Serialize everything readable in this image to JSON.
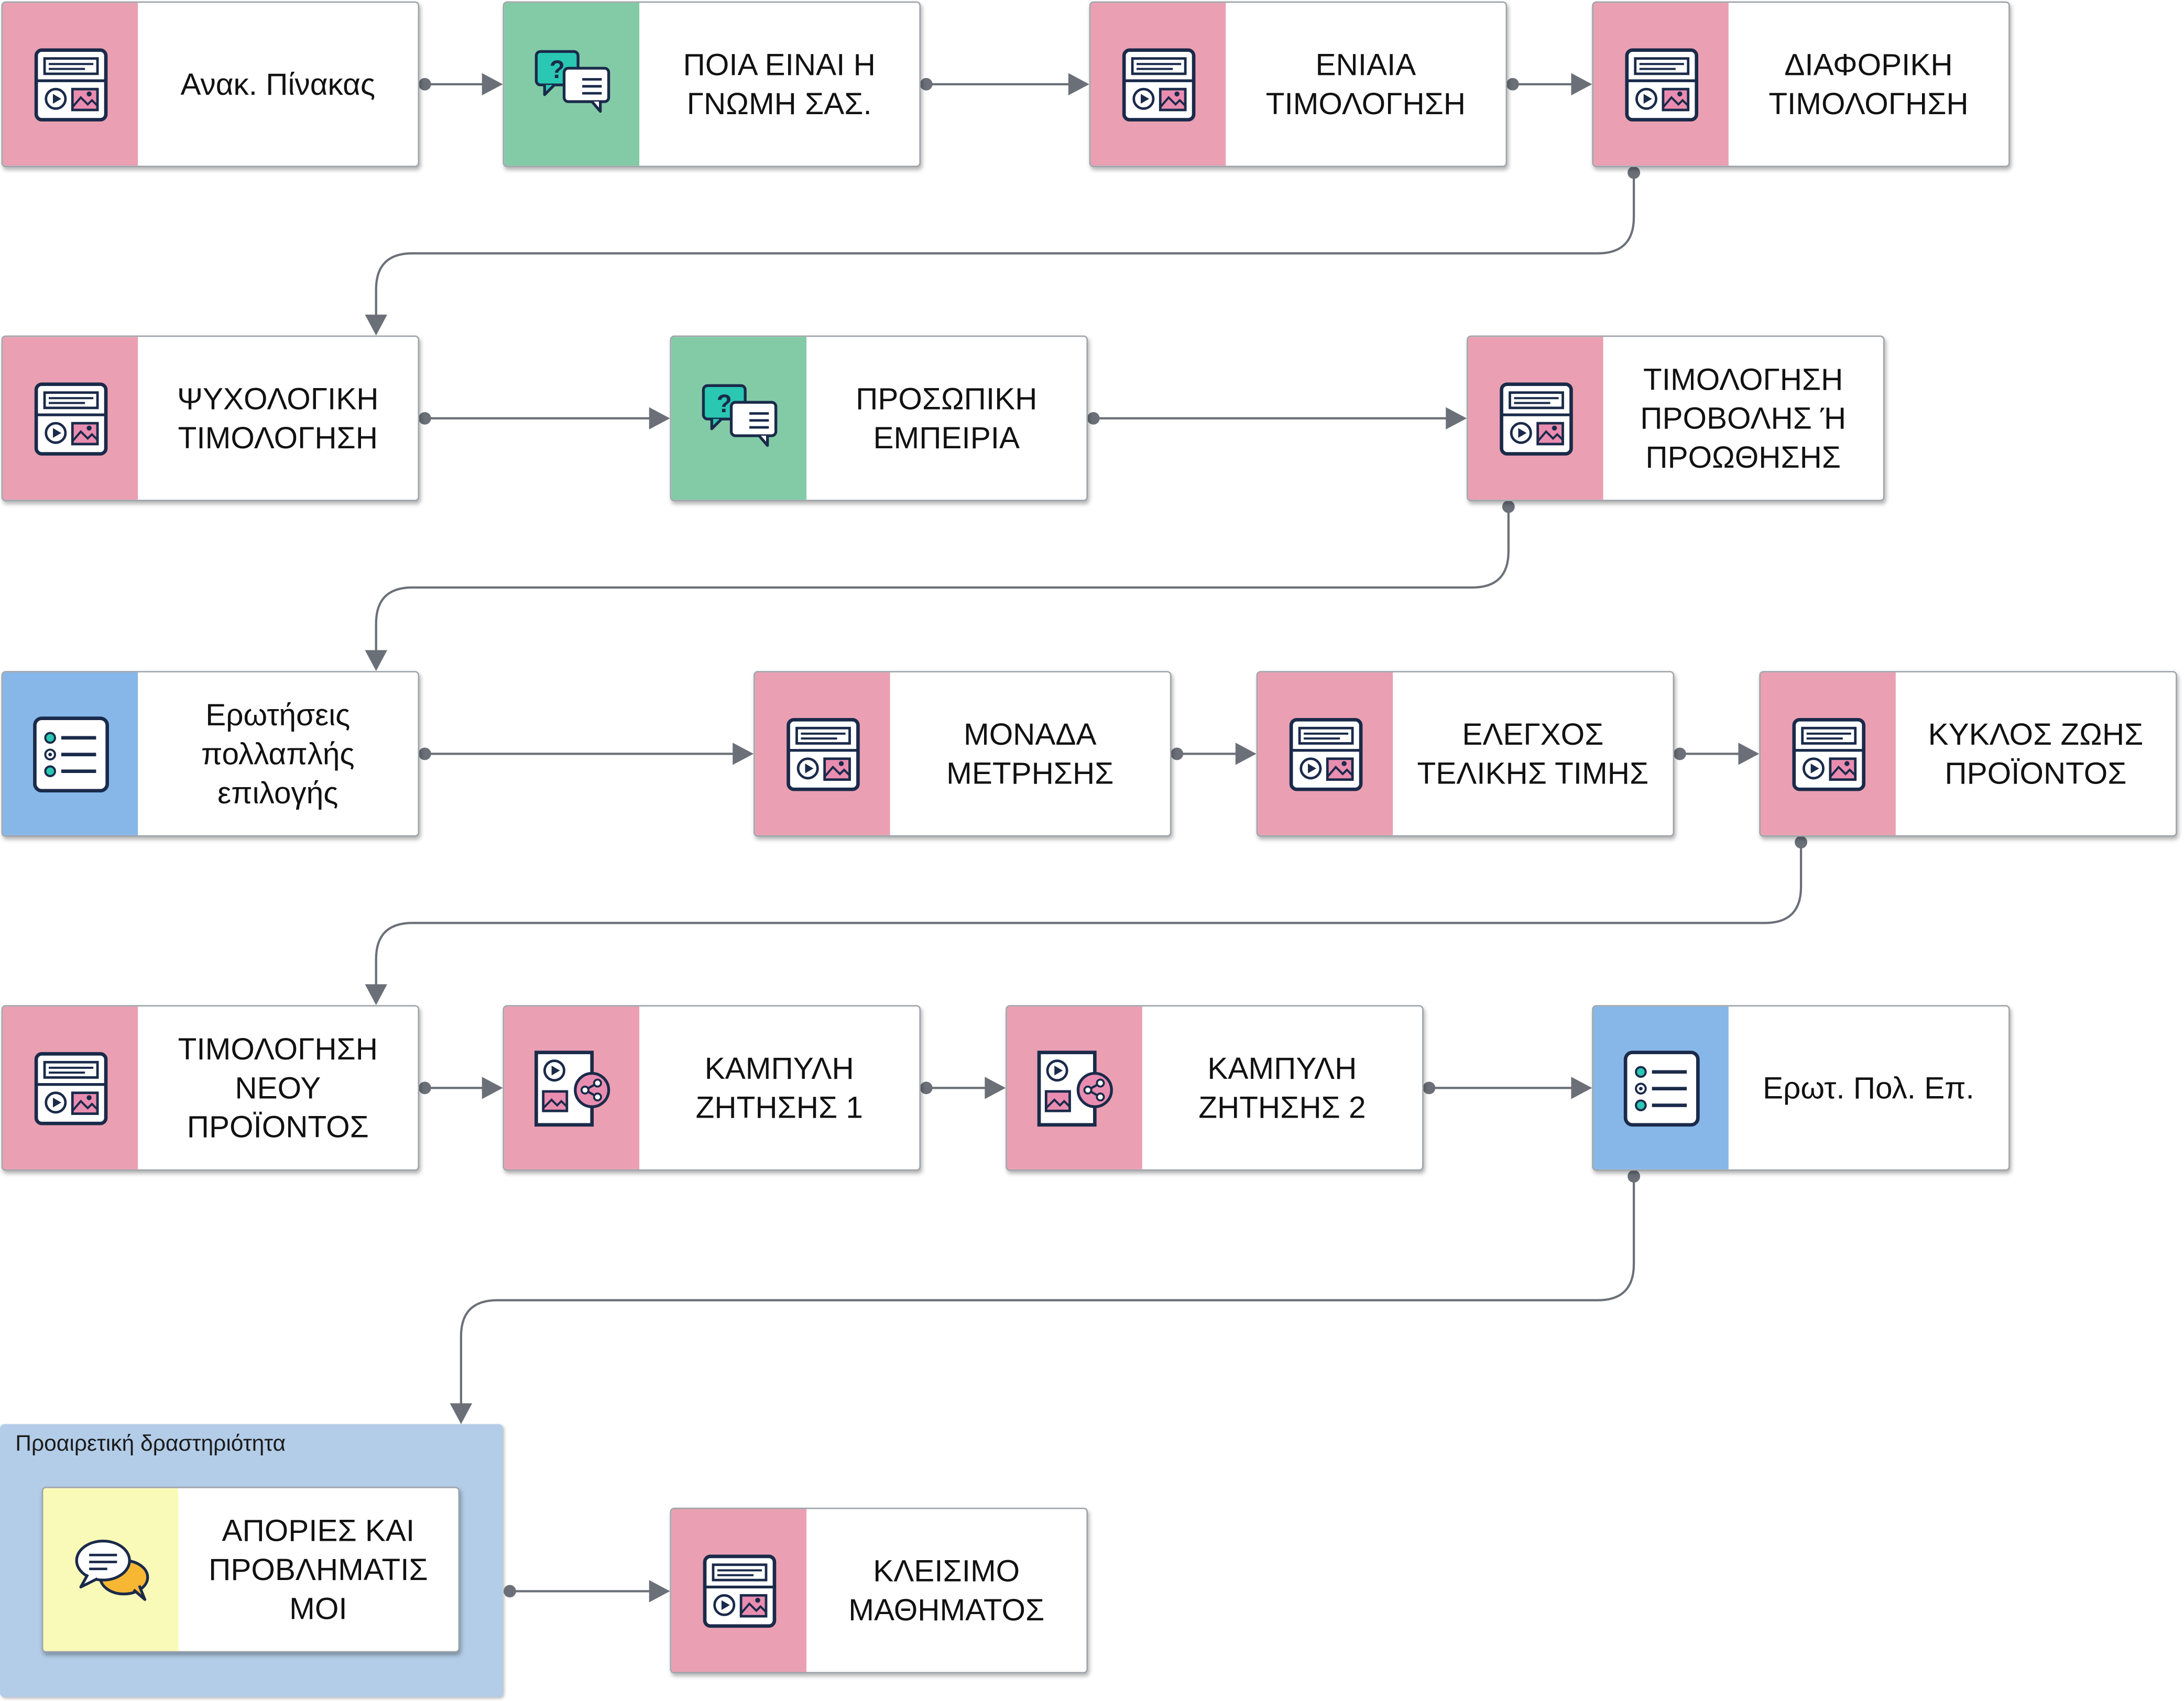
{
  "group": {
    "label": "Προαιρετική δραστηριότητα"
  },
  "nodes": [
    {
      "id": "n1",
      "type": "lesson",
      "icon": "lesson-page-icon",
      "label": "Ανακ. Πίνακας"
    },
    {
      "id": "n2",
      "type": "poll",
      "icon": "question-chat-icon",
      "label": "ΠΟΙΑ ΕΙΝΑΙ Η\nΓΝΩΜΗ ΣΑΣ."
    },
    {
      "id": "n3",
      "type": "lesson",
      "icon": "lesson-page-icon",
      "label": "ΕΝΙΑΙΑ\nΤΙΜΟΛΟΓΗΣΗ"
    },
    {
      "id": "n4",
      "type": "lesson",
      "icon": "lesson-page-icon",
      "label": "ΔΙΑΦΟΡΙΚΗ\nΤΙΜΟΛΟΓΗΣΗ"
    },
    {
      "id": "n5",
      "type": "lesson",
      "icon": "lesson-page-icon",
      "label": "ΨΥΧΟΛΟΓΙΚΗ\nΤΙΜΟΛΟΓΗΣΗ"
    },
    {
      "id": "n6",
      "type": "poll",
      "icon": "question-chat-icon",
      "label": "ΠΡΟΣΩΠΙΚΗ\nΕΜΠΕΙΡΙΑ"
    },
    {
      "id": "n7",
      "type": "lesson",
      "icon": "lesson-page-icon",
      "label": "ΤΙΜΟΛΟΓΗΣΗ\nΠΡΟΒΟΛΗΣ Ή\nΠΡΟΩΘΗΣΗΣ"
    },
    {
      "id": "n8",
      "type": "quiz",
      "icon": "checklist-icon",
      "label": "Ερωτήσεις\nπολλαπλής\nεπιλογής"
    },
    {
      "id": "n9",
      "type": "lesson",
      "icon": "lesson-page-icon",
      "label": "ΜΟΝΑΔΑ\nΜΕΤΡΗΣΗΣ"
    },
    {
      "id": "n10",
      "type": "lesson",
      "icon": "lesson-page-icon",
      "label": "ΕΛΕΓΧΟΣ\nΤΕΛΙΚΗΣ ΤΙΜΗΣ"
    },
    {
      "id": "n11",
      "type": "lesson",
      "icon": "lesson-page-icon",
      "label": "ΚΥΚΛΟΣ ΖΩΗΣ\nΠΡΟΪΟΝΤΟΣ"
    },
    {
      "id": "n12",
      "type": "lesson",
      "icon": "lesson-page-icon",
      "label": "ΤΙΜΟΛΟΓΗΣΗ\nΝΕΟΥ\nΠΡΟΪΟΝΤΟΣ"
    },
    {
      "id": "n13",
      "type": "lesson",
      "icon": "shared-media-icon",
      "label": "ΚΑΜΠΥΛΗ\nΖΗΤΗΣΗΣ 1"
    },
    {
      "id": "n14",
      "type": "lesson",
      "icon": "shared-media-icon",
      "label": "ΚΑΜΠΥΛΗ\nΖΗΤΗΣΗΣ 2"
    },
    {
      "id": "n15",
      "type": "quiz",
      "icon": "checklist-icon",
      "label": "Ερωτ. Πολ. Επ."
    },
    {
      "id": "n16",
      "type": "forum",
      "icon": "discussion-bubbles-icon",
      "label": "ΑΠΟΡΙΕΣ ΚΑΙ\nΠΡΟΒΛΗΜΑΤΙΣ\nΜΟΙ"
    },
    {
      "id": "n17",
      "type": "lesson",
      "icon": "lesson-page-icon",
      "label": "ΚΛΕΙΣΙΜΟ\nΜΑΘΗΜΑΤΟΣ"
    }
  ],
  "edges": [
    [
      "n1",
      "n2"
    ],
    [
      "n2",
      "n3"
    ],
    [
      "n3",
      "n4"
    ],
    [
      "n4",
      "n5"
    ],
    [
      "n5",
      "n6"
    ],
    [
      "n6",
      "n7"
    ],
    [
      "n7",
      "n8"
    ],
    [
      "n8",
      "n9"
    ],
    [
      "n9",
      "n10"
    ],
    [
      "n10",
      "n11"
    ],
    [
      "n11",
      "n12"
    ],
    [
      "n12",
      "n13"
    ],
    [
      "n13",
      "n14"
    ],
    [
      "n14",
      "n15"
    ],
    [
      "n15",
      "n16"
    ],
    [
      "n16",
      "n17"
    ]
  ],
  "colors": {
    "lesson": "#eaa0b2",
    "poll": "#82cba6",
    "quiz": "#86b7e8",
    "forum": "#fafab8",
    "group": "#b3cde8",
    "connector": "#6b7078"
  }
}
